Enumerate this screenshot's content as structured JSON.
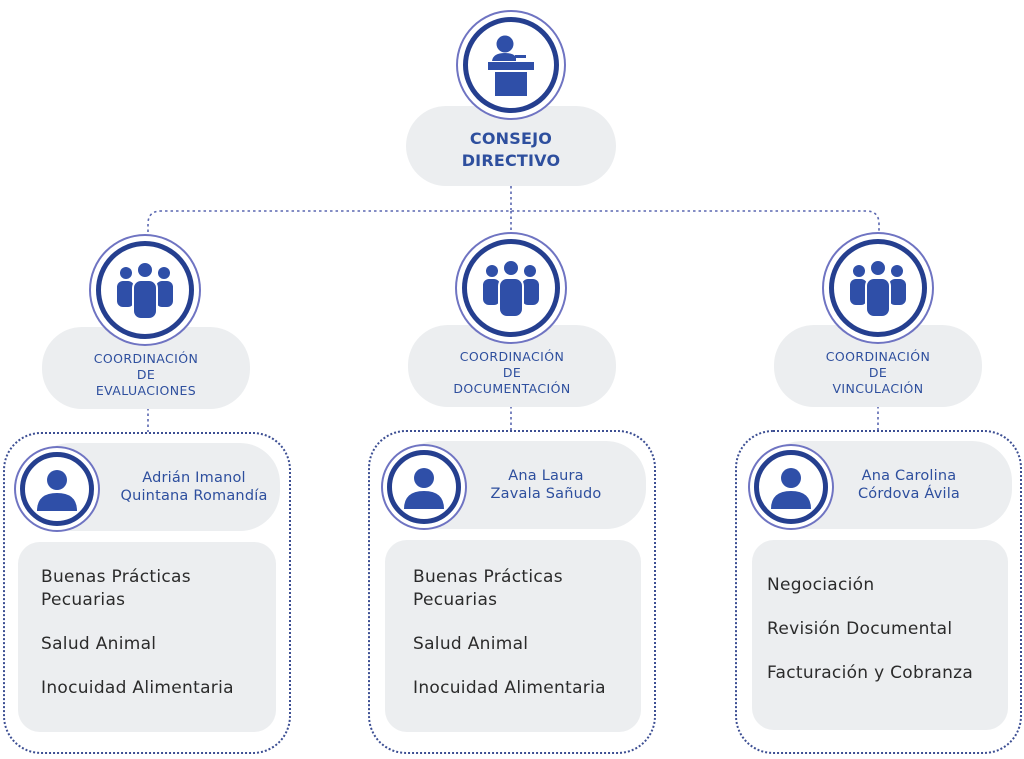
{
  "top": {
    "title_line1": "CONSEJO",
    "title_line2": "DIRECTIVO",
    "icon": "podium-speaker-icon"
  },
  "coordinations": [
    {
      "line1": "COORDINACIÓN",
      "line2": "DE",
      "line3": "EVALUACIONES",
      "icon": "group-people-icon",
      "person": {
        "line1": "Adrián Imanol",
        "line2": "Quintana Romandía",
        "icon": "user-avatar-icon"
      },
      "items": [
        "Buenas Prácticas",
        "Pecuarias",
        "Salud Animal",
        "Inocuidad Alimentaria"
      ]
    },
    {
      "line1": "COORDINACIÓN",
      "line2": "DE",
      "line3": "DOCUMENTACIÓN",
      "icon": "group-people-icon",
      "person": {
        "line1": "Ana Laura",
        "line2": "Zavala Sañudo",
        "icon": "user-avatar-icon"
      },
      "items": [
        "Buenas Prácticas",
        "Pecuarias",
        "Salud Animal",
        "Inocuidad Alimentaria"
      ]
    },
    {
      "line1": "COORDINACIÓN",
      "line2": "DE",
      "line3": "VINCULACIÓN",
      "icon": "group-people-icon",
      "person": {
        "line1": "Ana Carolina",
        "line2": "Córdova Ávila",
        "icon": "user-avatar-icon"
      },
      "items": [
        "Negociación",
        "Revisión Documental",
        "Facturación y Cobranza"
      ]
    }
  ],
  "colors": {
    "primary": "#253f8f",
    "text_blue": "#2e4f9e",
    "pill_bg": "#eceef0",
    "dotted_line": "#3d4f93"
  }
}
